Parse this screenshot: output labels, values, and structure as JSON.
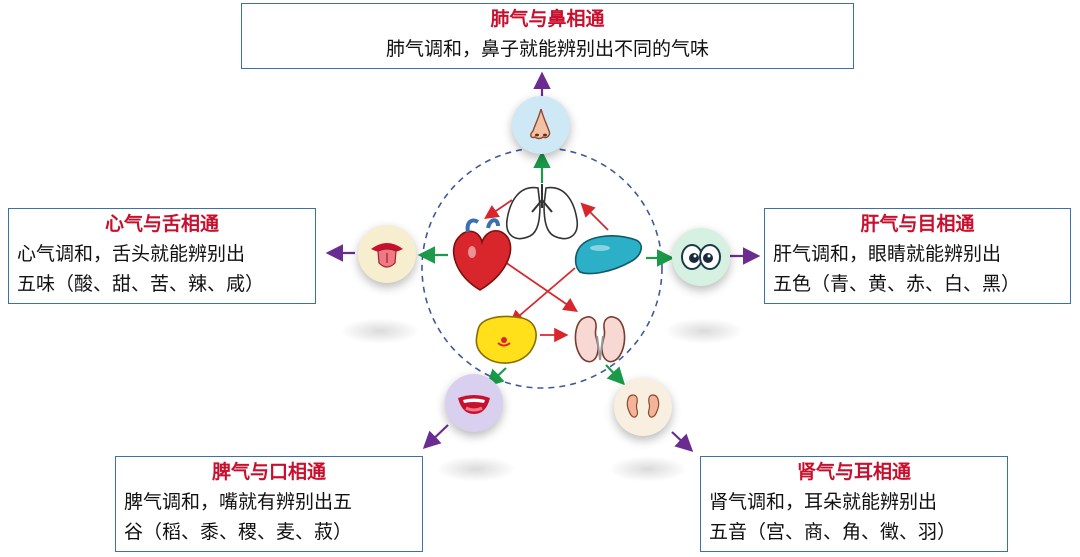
{
  "organs": {
    "lung": {
      "title": "肺气与鼻相通",
      "body": "肺气调和，鼻子就能辨别出不同的气味",
      "icon": "nose-icon",
      "organ_icon": "lungs-icon"
    },
    "heart": {
      "title": "心气与舌相通",
      "body": "心气调和，舌头就能辨别出\n五味（酸、甜、苦、辣、咸）",
      "icon": "tongue-icon",
      "organ_icon": "heart-icon"
    },
    "liver": {
      "title": "肝气与目相通",
      "body": "肝气调和，眼睛就能辨别出\n五色（青、黄、赤、白、黑）",
      "icon": "eyes-icon",
      "organ_icon": "liver-icon"
    },
    "spleen": {
      "title": "脾气与口相通",
      "body": "脾气调和，嘴就有辨别出五\n谷（稻、黍、稷、麦、菽）",
      "icon": "mouth-icon",
      "organ_icon": "spleen-icon"
    },
    "kidney": {
      "title": "肾气与耳相通",
      "body": "肾气调和，耳朵就能辨别出\n五音（宫、商、角、徵、羽）",
      "icon": "ear-icon",
      "organ_icon": "kidney-icon"
    }
  },
  "colors": {
    "title_red": "#c8102e",
    "box_border": "#3d6fa8",
    "arrow_purple": "#6a2c91",
    "arrow_green": "#1a9a4a",
    "arrow_red": "#d9262c",
    "circle_dash": "#3d5a99"
  }
}
